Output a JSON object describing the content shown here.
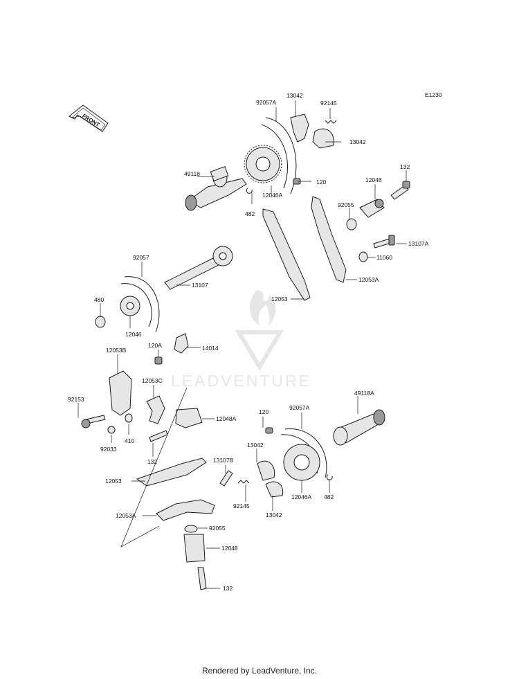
{
  "diagram_code": "E1230",
  "front_badge": "FRONT",
  "watermark": "LEADVENTURE",
  "footer": "Rendered by LeadVenture, Inc.",
  "labels": {
    "l_92057A_top": "92057A",
    "l_13042_top": "13042",
    "l_92145_top": "92145",
    "l_13042_mid": "13042",
    "l_49118": "49118",
    "l_120_top": "120",
    "l_12046A_top": "12046A",
    "l_482_top": "482",
    "l_132_top": "132",
    "l_12048_top": "12048",
    "l_92055_top": "92055",
    "l_13107A": "13107A",
    "l_11060": "11060",
    "l_12053A_top": "12053A",
    "l_12053_top": "12053",
    "l_92057": "92057",
    "l_13107": "13107",
    "l_480": "480",
    "l_12046": "12046",
    "l_120A": "120A",
    "l_14014": "14014",
    "l_12053B": "12053B",
    "l_12053C": "12053C",
    "l_12048A": "12048A",
    "l_92153": "92153",
    "l_410": "410",
    "l_92033": "92033",
    "l_132_mid": "132",
    "l_120_bot": "120",
    "l_92057A_bot": "92057A",
    "l_49118A": "49118A",
    "l_13042_bot1": "13042",
    "l_12053_bot": "12053",
    "l_13107B": "13107B",
    "l_92145_bot": "92145",
    "l_13042_bot2": "13042",
    "l_12046A_bot": "12046A",
    "l_482_bot": "482",
    "l_12053A_bot": "12053A",
    "l_92055_bot": "92055",
    "l_12048_bot": "12048",
    "l_132_bot": "132"
  }
}
